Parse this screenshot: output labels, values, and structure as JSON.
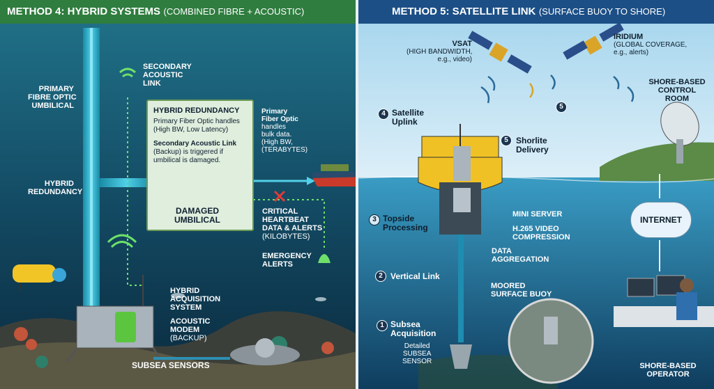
{
  "left_panel": {
    "title_bold": "METHOD 4: HYBRID SYSTEMS",
    "title_rest": "(COMBINED FIBRE + ACOUSTIC)",
    "header_color": "#2f7d3f",
    "labels": {
      "primary_fibre": [
        "PRIMARY",
        "FIBRE OPTIC",
        "UMBILICAL"
      ],
      "secondary_acoustic": [
        "SECONDARY",
        "ACOUSTIC",
        "LINK"
      ],
      "hybrid_redundancy_side": [
        "HYBRID",
        "REDUNDANCY"
      ],
      "damaged_umbilical": [
        "DAMAGED",
        "UMBILICAL"
      ],
      "primary_fiber_right": [
        "Primary",
        "Fiber Optic",
        "handles",
        "bulk data.",
        "(High BW,",
        "(TERABYTES)"
      ],
      "critical": [
        "CRITICAL",
        "HEARTBEAT",
        "DATA & ALERTS",
        "(KILOBYTES)"
      ],
      "emergency": [
        "EMERGENCY",
        "ALERTS"
      ],
      "hybrid_acq": [
        "HYBRID",
        "ACQUISITION",
        "SYSTEM"
      ],
      "acoustic_modem": [
        "ACOUSTIC",
        "MODEM"
      ],
      "backup": "(BACKUP)",
      "subsea_sensors": "SUBSEA SENSORS"
    },
    "info_box": {
      "title": "HYBRID REDUNDANCY",
      "p1": [
        "Primary Fiber Optic handles",
        "(High BW, Low Latency)"
      ],
      "p2_bold": "Secondary Acoustic Link",
      "p2": [
        "(Backup) is triggered if",
        "umbilical is damaged."
      ]
    }
  },
  "right_panel": {
    "title_bold": "METHOD 5: SATELLITE LINK",
    "title_rest": "(SURFACE BUOY TO SHORE)",
    "header_color": "#1c4f86",
    "vsat": {
      "title": "VSAT",
      "lines": [
        "(HIGH BANDWIDTH,",
        "e.g., video)"
      ]
    },
    "iridium": {
      "title": "IRIDIUM",
      "lines": [
        "(GLOBAL COVERAGE,",
        "e.g., alerts)"
      ]
    },
    "shore_control": [
      "SHORE-BASED",
      "CONTROL",
      "ROOM"
    ],
    "steps": {
      "s4": {
        "num": "4",
        "lines": [
          "Satellite",
          "Uplink"
        ]
      },
      "s5a": {
        "num": "5"
      },
      "s5b": {
        "num": "5",
        "lines": [
          "Shorlite",
          "Delivery"
        ]
      },
      "s3": {
        "num": "3",
        "lines": [
          "Topside",
          "Processing"
        ]
      },
      "s2": {
        "num": "2",
        "lines": [
          "Vertical Link"
        ]
      },
      "s1": {
        "num": "1",
        "lines": [
          "Subsea",
          "Acquisition"
        ]
      }
    },
    "mini_server": "MINI SERVER",
    "h265": [
      "H.265 VIDEO",
      "COMPRESSION"
    ],
    "data_agg": [
      "DATA",
      "AGGREGATION"
    ],
    "internet": "INTERNET",
    "moored": [
      "MOORED",
      "SURFACE BUOY"
    ],
    "detailed": [
      "Detailed",
      "SUBSEA",
      "SENSOR"
    ],
    "operator": [
      "SHORE-BASED",
      "OPERATOR"
    ]
  }
}
